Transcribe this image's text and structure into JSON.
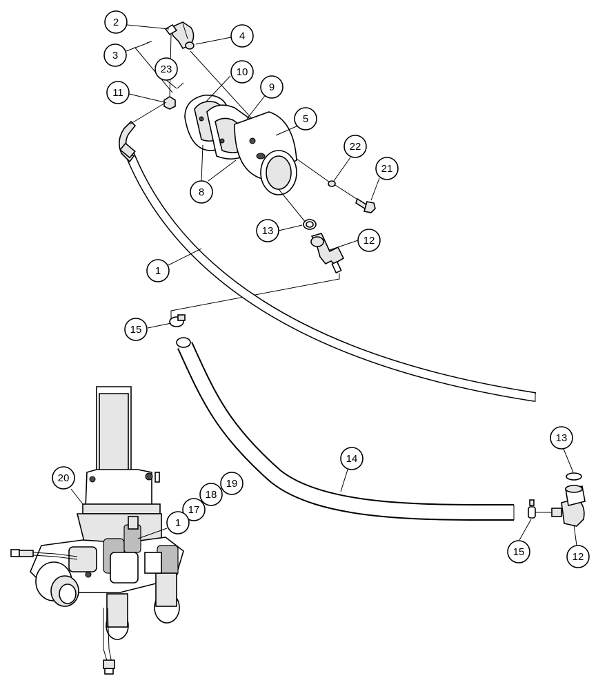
{
  "callouts": [
    {
      "id": "c2",
      "label": "2"
    },
    {
      "id": "c4",
      "label": "4"
    },
    {
      "id": "c3",
      "label": "3"
    },
    {
      "id": "c23",
      "label": "23"
    },
    {
      "id": "c10",
      "label": "10"
    },
    {
      "id": "c9",
      "label": "9"
    },
    {
      "id": "c11",
      "label": "11"
    },
    {
      "id": "c5",
      "label": "5"
    },
    {
      "id": "c22",
      "label": "22"
    },
    {
      "id": "c21",
      "label": "21"
    },
    {
      "id": "c8",
      "label": "8"
    },
    {
      "id": "c13a",
      "label": "13"
    },
    {
      "id": "c12a",
      "label": "12"
    },
    {
      "id": "c1a",
      "label": "1"
    },
    {
      "id": "c15a",
      "label": "15"
    },
    {
      "id": "c14",
      "label": "14"
    },
    {
      "id": "c13b",
      "label": "13"
    },
    {
      "id": "c20",
      "label": "20"
    },
    {
      "id": "c19",
      "label": "19"
    },
    {
      "id": "c18",
      "label": "18"
    },
    {
      "id": "c17",
      "label": "17"
    },
    {
      "id": "c1b",
      "label": "1"
    },
    {
      "id": "c15b",
      "label": "15"
    },
    {
      "id": "c12b",
      "label": "12"
    }
  ]
}
